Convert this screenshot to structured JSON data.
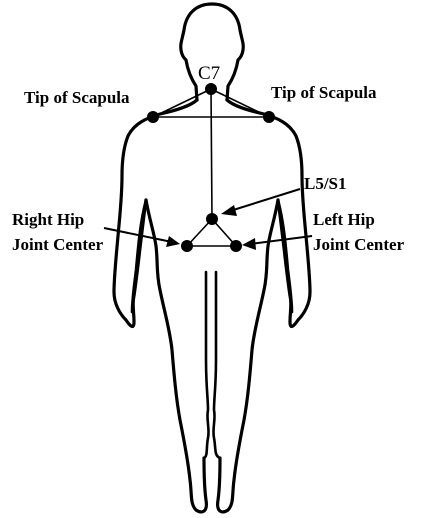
{
  "labels": {
    "c7": "C7",
    "tip_scapula_left": "Tip of Scapula",
    "tip_scapula_right": "Tip of Scapula",
    "l5s1": "L5/S1",
    "right_hip_line1": "Right Hip",
    "right_hip_line2": "Joint Center",
    "left_hip_line1": "Left Hip",
    "left_hip_line2": "Joint Center"
  },
  "colors": {
    "ink": "#000000",
    "background": "#ffffff"
  }
}
